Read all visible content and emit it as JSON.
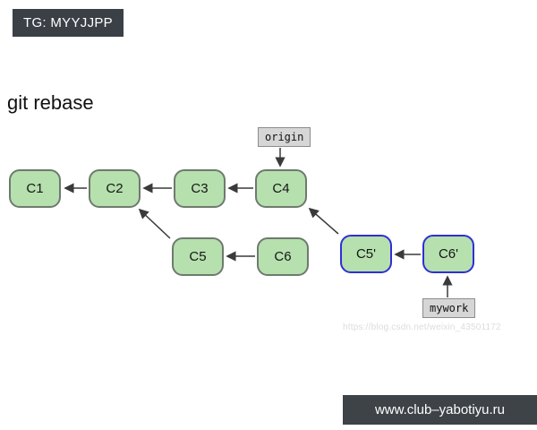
{
  "badge": {
    "label": "TG: MYYJJPP"
  },
  "title": "git rebase",
  "diagram": {
    "nodes": [
      {
        "id": "c1",
        "label": "C1"
      },
      {
        "id": "c2",
        "label": "C2"
      },
      {
        "id": "c3",
        "label": "C3"
      },
      {
        "id": "c4",
        "label": "C4"
      },
      {
        "id": "c5",
        "label": "C5"
      },
      {
        "id": "c6",
        "label": "C6"
      },
      {
        "id": "c5p",
        "label": "C5'",
        "highlighted": true
      },
      {
        "id": "c6p",
        "label": "C6'",
        "highlighted": true
      }
    ],
    "refs": [
      {
        "id": "origin",
        "label": "origin",
        "points_to": "C4"
      },
      {
        "id": "mywork",
        "label": "mywork",
        "points_to": "C6'"
      }
    ],
    "edges": [
      "C2->C1",
      "C3->C2",
      "C4->C3",
      "C5->C2",
      "C6->C5",
      "C5'->C4",
      "C6'->C5'"
    ],
    "colors": {
      "node_fill": "#b6e0ae",
      "node_border": "#6e7a6e",
      "highlight_border": "#2f2fd6",
      "arrow": "#3a3a3a"
    }
  },
  "watermark": "https://blog.csdn.net/weixin_43501172",
  "footer": {
    "label": "www.club–yabotiyu.ru"
  }
}
